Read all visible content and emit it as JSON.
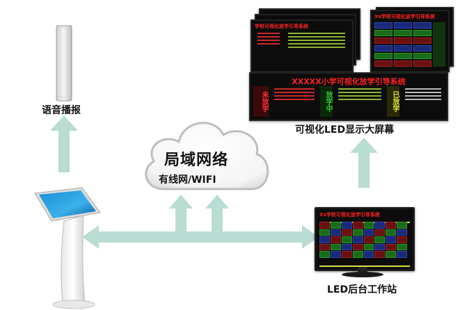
{
  "network": {
    "title": "局域网络",
    "subtitle": "有线网/WIFI"
  },
  "speaker": {
    "label": "语音播报"
  },
  "big_screen": {
    "label": "可视化LED显示大屏幕",
    "main_title": "XXXXX小学可视化放学引导系统",
    "left_col": "未放学",
    "mid_col": "放学中",
    "right_col": "已放学"
  },
  "workstation": {
    "label": "LED后台工作站"
  },
  "colors": {
    "arrow": "#b9dcd3",
    "cloud_edge": "#bdbdbd",
    "led_red": "#ff2222",
    "led_green": "#35c435"
  }
}
